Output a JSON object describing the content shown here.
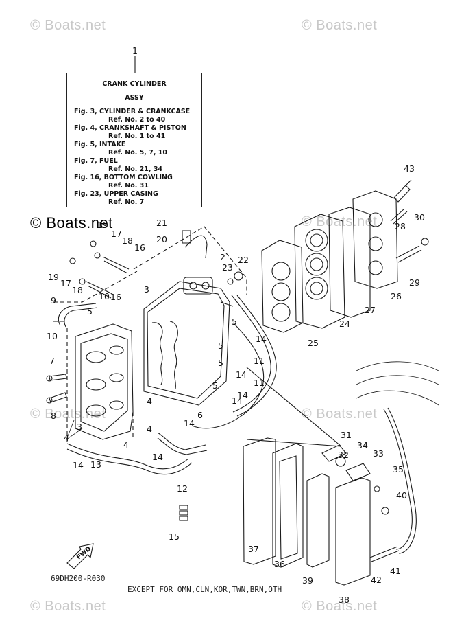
{
  "watermarks": [
    "© Boats.net",
    "© Boats.net",
    "© Boats.net",
    "© Boats.net",
    "© Boats.net",
    "© Boats.net",
    "© Boats.net",
    "© Boats.net"
  ],
  "ref_box": {
    "title_line1": "CRANK CYLINDER",
    "title_line2": "ASSY",
    "rows": [
      "Fig. 3, CYLINDER & CRANKCASE",
      "Ref. No. 2 to 40",
      "Fig. 4, CRANKSHAFT & PISTON",
      "Ref. No. 1 to 41",
      "Fig. 5, INTAKE",
      "Ref. No. 5, 7, 10",
      "Fig. 7, FUEL",
      "Ref. No. 21, 34",
      "Fig. 16, BOTTOM COWLING",
      "Ref. No. 31",
      "Fig. 23, UPPER CASING",
      "Ref. No. 7"
    ]
  },
  "callouts": [
    "1",
    "2",
    "3",
    "3",
    "4",
    "4",
    "4",
    "4",
    "5",
    "5",
    "5",
    "5",
    "5",
    "6",
    "7",
    "8",
    "9",
    "10",
    "10",
    "11",
    "11",
    "12",
    "13",
    "14",
    "14",
    "14",
    "14",
    "14",
    "14",
    "14",
    "15",
    "16",
    "16",
    "17",
    "17",
    "18",
    "18",
    "19",
    "19",
    "20",
    "21",
    "22",
    "23",
    "24",
    "25",
    "26",
    "27",
    "28",
    "29",
    "30",
    "31",
    "32",
    "33",
    "34",
    "35",
    "36",
    "37",
    "38",
    "39",
    "40",
    "41",
    "42",
    "43"
  ],
  "fwd_label": "FWD",
  "diagram_code": "69DH200-R030",
  "footnote": "EXCEPT FOR OMN,CLN,KOR,TWN,BRN,OTH"
}
